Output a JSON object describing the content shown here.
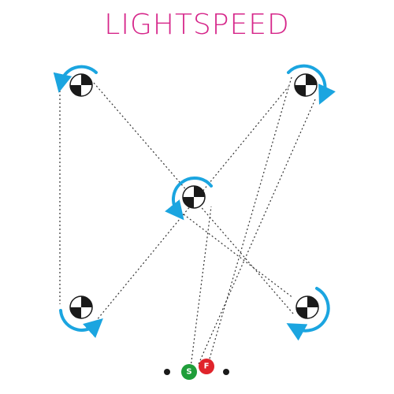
{
  "title": "LIGHTSPEED",
  "colors": {
    "title": "#d6268a",
    "arrow": "#1ba5e0",
    "cone_dark": "#1a1a1a",
    "cone_light": "#ffffff",
    "start": "#1f9e3a",
    "finish": "#e0242b",
    "gate_dot": "#1a1a1a"
  },
  "cones": [
    {
      "id": "top-left",
      "icon": "checkered-cone-icon"
    },
    {
      "id": "top-right",
      "icon": "checkered-cone-icon"
    },
    {
      "id": "center",
      "icon": "checkered-cone-icon"
    },
    {
      "id": "bottom-left",
      "icon": "checkered-cone-icon"
    },
    {
      "id": "bottom-right",
      "icon": "checkered-cone-icon"
    }
  ],
  "markers": {
    "start_label": "S",
    "finish_label": "F"
  }
}
